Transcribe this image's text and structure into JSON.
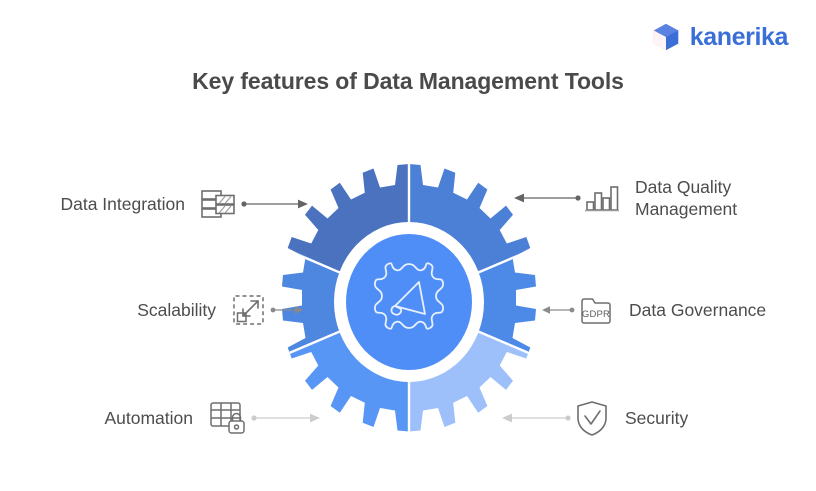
{
  "brand": {
    "name": "kanerika",
    "logo_icon": "cube-logo-icon",
    "text_color": "#3a6fd8",
    "cube_gradient_from": "#f2639a",
    "cube_gradient_to": "#3a6fd8"
  },
  "title": "Key features of Data Management Tools",
  "center": {
    "icon": "gear-megaphone-icon",
    "inner_circle_color": "#4f8ef7",
    "ring_color": "#ffffff",
    "segment_colors": [
      "#4a72bf",
      "#4c7fd6",
      "#4d8ae8",
      "#9dc0fa",
      "#5896f5",
      "#4d87e0"
    ],
    "teeth": 16
  },
  "features": {
    "left": [
      {
        "id": "data-integration",
        "label": "Data Integration",
        "icon": "data-merge-icon",
        "connector": "arrow-right",
        "connector_color": "#646464"
      },
      {
        "id": "scalability",
        "label": "Scalability",
        "icon": "resize-scale-icon",
        "connector": "arrow-right-short",
        "connector_color": "#8a8a8a"
      },
      {
        "id": "automation",
        "label": "Automation",
        "icon": "table-lock-icon",
        "connector": "arrow-right",
        "connector_color": "#cccccc"
      }
    ],
    "right": [
      {
        "id": "data-quality",
        "label": "Data Quality\nManagement",
        "icon": "bar-chart-icon",
        "connector": "arrow-left",
        "connector_color": "#646464"
      },
      {
        "id": "data-governance",
        "label": "Data Governance",
        "icon": "gdpr-folder-icon",
        "icon_text": "GDPR",
        "connector": "arrow-left-short",
        "connector_color": "#8a8a8a"
      },
      {
        "id": "security",
        "label": "Security",
        "icon": "shield-check-icon",
        "connector": "arrow-left",
        "connector_color": "#cccccc"
      }
    ]
  }
}
